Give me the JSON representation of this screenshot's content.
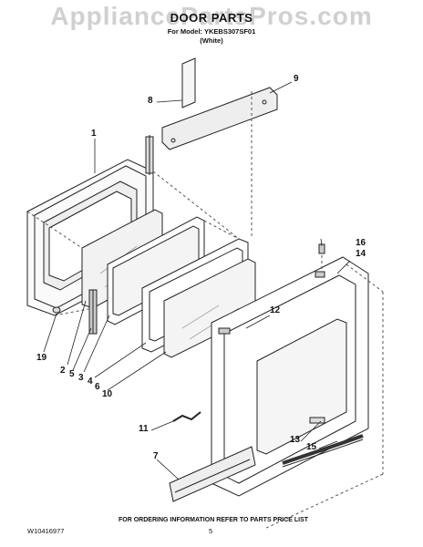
{
  "watermark": "AppliancePartsPros.com",
  "header": {
    "title": "DOOR PARTS",
    "model_line": "For Model: YKEBS307SF01",
    "color_line": "(White)"
  },
  "callouts": [
    "1",
    "2",
    "3",
    "4",
    "5",
    "6",
    "7",
    "8",
    "9",
    "10",
    "11",
    "12",
    "13",
    "14",
    "15",
    "16",
    "19"
  ],
  "footer": {
    "doc_number": "W10416977",
    "page_number": "5",
    "ordering_note": "FOR ORDERING INFORMATION REFER TO PARTS PRICE LIST"
  }
}
